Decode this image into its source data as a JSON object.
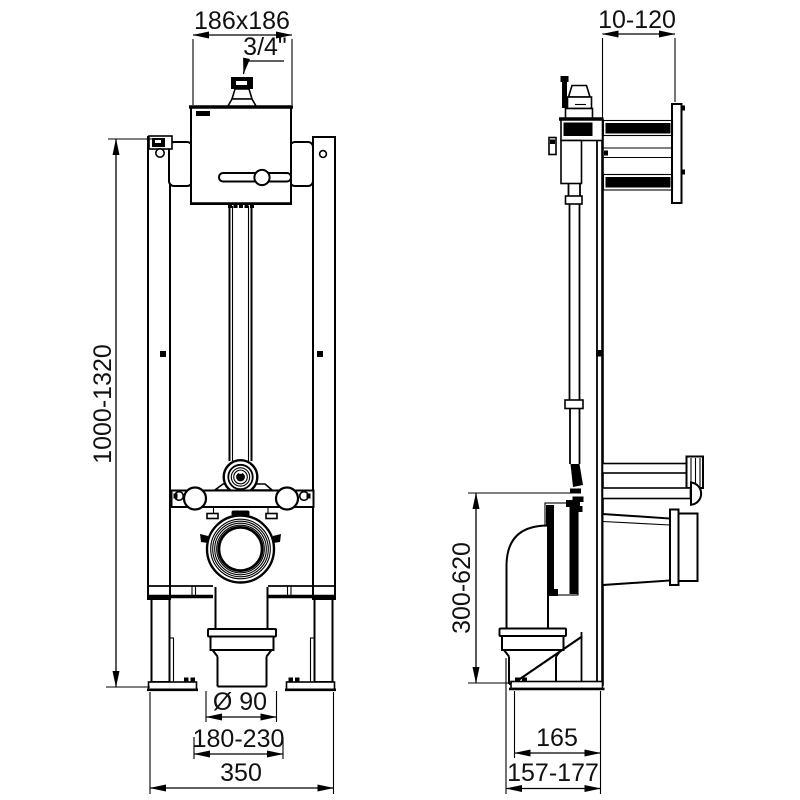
{
  "title": "Concealed cistern WC frame installation drawing",
  "colors": {
    "line": "#000000",
    "background": "#ffffff",
    "text": "#111111"
  },
  "front": {
    "tank_size": "186x186",
    "inlet": "3/4\"",
    "height": "1000-1320",
    "outlet_diameter": "Ø 90",
    "outlet_range": "180-230",
    "width": "350"
  },
  "side": {
    "wall_distance": "10-120",
    "outlet_height": "300-620",
    "depth_inner": "165",
    "depth_total": "157-177"
  }
}
